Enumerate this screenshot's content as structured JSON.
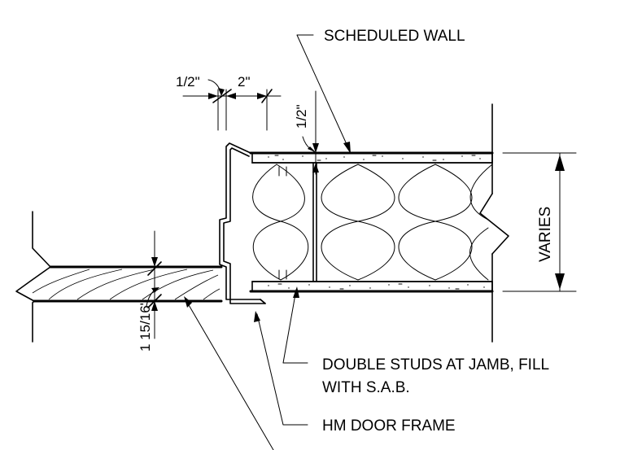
{
  "labels": {
    "scheduled_wall": "SCHEDULED WALL",
    "double_studs_line1": "DOUBLE STUDS AT JAMB, FILL",
    "double_studs_line2": "WITH S.A.B.",
    "hm_door_frame": "HM DOOR FRAME",
    "varies": "VARIES"
  },
  "dimensions": {
    "half_inch_top": "1/2\"",
    "two_inch": "2\"",
    "half_inch_side": "1/2\"",
    "door_thickness": "1 15/16\""
  },
  "colors": {
    "line": "#000000",
    "background": "#ffffff"
  }
}
